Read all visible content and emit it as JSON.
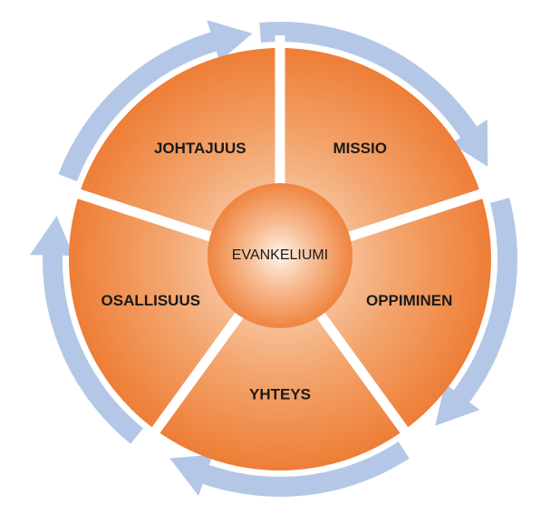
{
  "diagram": {
    "center_label": "EVANKELIUMI",
    "segments": [
      {
        "label": "MISSIO"
      },
      {
        "label": "OPPIMINEN"
      },
      {
        "label": "YHTEYS"
      },
      {
        "label": "OSALLISUUS"
      },
      {
        "label": "JOHTAJUUS"
      }
    ],
    "colors": {
      "segment_outer": "#ee7d35",
      "segment_inner": "#fbe1cc",
      "arrow_ring": "#b4c7e7",
      "divider": "#ffffff",
      "hub_outer": "#ef8440",
      "hub_inner": "#fff3ea"
    }
  }
}
